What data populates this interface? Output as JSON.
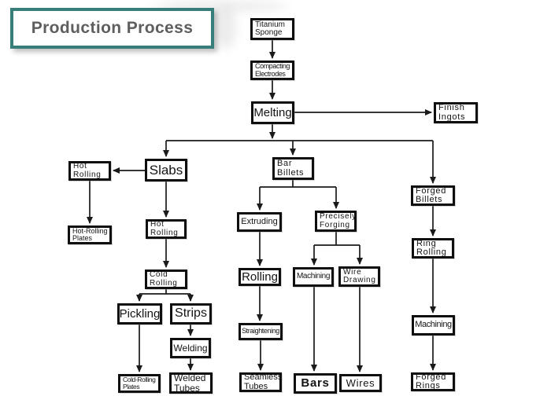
{
  "title": {
    "label": "Production Process"
  },
  "nodes": {
    "titanium_sponge": {
      "label": "Titanium\nSponge"
    },
    "compacting_electrodes": {
      "label": "Compacting\nElectrodes"
    },
    "melting": {
      "label": "Melting"
    },
    "finish_ingots": {
      "label": "Finish\nIngots"
    },
    "slabs": {
      "label": "Slabs"
    },
    "hot_rolling_left": {
      "label": "Hot\nRolling"
    },
    "hot_rolling_plates": {
      "label": "Hot-Rolling\nPlates"
    },
    "bar_billets": {
      "label": "Bar\nBillets"
    },
    "forged_billets": {
      "label": "Forged\nBillets"
    },
    "hot_rolling_mid": {
      "label": "Hot\nRolling"
    },
    "extruding": {
      "label": "Extruding"
    },
    "precisely_forging": {
      "label": "Precisely\nForging"
    },
    "ring_rolling": {
      "label": "Ring\nRolling"
    },
    "cold_rolling": {
      "label": "Cold\nRolling"
    },
    "rolling": {
      "label": "Rolling"
    },
    "machining_mid": {
      "label": "Machining"
    },
    "wire_drawing": {
      "label": "Wire\nDrawing"
    },
    "pickling": {
      "label": "Pickling"
    },
    "strips": {
      "label": "Strips"
    },
    "welding": {
      "label": "Welding"
    },
    "straightening": {
      "label": "Straightening"
    },
    "machining_right": {
      "label": "Machining"
    },
    "cold_rolling_plates": {
      "label": "Cold-Rolling\nPlates"
    },
    "welded_tubes": {
      "label": "Welded\nTubes"
    },
    "seamless_tubes": {
      "label": "Seamless\nTubes"
    },
    "bars": {
      "label": "Bars"
    },
    "wires": {
      "label": "Wires"
    },
    "forged_rings": {
      "label": "Forged\nRings"
    }
  },
  "edges": [
    {
      "from": "titanium_sponge",
      "to": "compacting_electrodes"
    },
    {
      "from": "compacting_electrodes",
      "to": "melting"
    },
    {
      "from": "melting",
      "to": "finish_ingots"
    },
    {
      "from": "melting",
      "to": "slabs"
    },
    {
      "from": "melting",
      "to": "bar_billets"
    },
    {
      "from": "melting",
      "to": "forged_billets"
    },
    {
      "from": "slabs",
      "to": "hot_rolling_left"
    },
    {
      "from": "slabs",
      "to": "hot_rolling_mid"
    },
    {
      "from": "hot_rolling_left",
      "to": "hot_rolling_plates"
    },
    {
      "from": "hot_rolling_mid",
      "to": "cold_rolling"
    },
    {
      "from": "cold_rolling",
      "to": "pickling"
    },
    {
      "from": "cold_rolling",
      "to": "strips"
    },
    {
      "from": "pickling",
      "to": "cold_rolling_plates"
    },
    {
      "from": "strips",
      "to": "welding"
    },
    {
      "from": "welding",
      "to": "welded_tubes"
    },
    {
      "from": "bar_billets",
      "to": "extruding"
    },
    {
      "from": "bar_billets",
      "to": "precisely_forging"
    },
    {
      "from": "extruding",
      "to": "rolling"
    },
    {
      "from": "rolling",
      "to": "straightening"
    },
    {
      "from": "straightening",
      "to": "seamless_tubes"
    },
    {
      "from": "precisely_forging",
      "to": "machining_mid"
    },
    {
      "from": "precisely_forging",
      "to": "wire_drawing"
    },
    {
      "from": "machining_mid",
      "to": "bars"
    },
    {
      "from": "wire_drawing",
      "to": "wires"
    },
    {
      "from": "forged_billets",
      "to": "ring_rolling"
    },
    {
      "from": "ring_rolling",
      "to": "machining_right"
    },
    {
      "from": "machining_right",
      "to": "forged_rings"
    }
  ],
  "colors": {
    "title_border": "#377e7b",
    "title_text": "#5e5e5e",
    "box_border": "#0f0f0f",
    "connector": "#1a1a1a",
    "background": "#ffffff"
  }
}
